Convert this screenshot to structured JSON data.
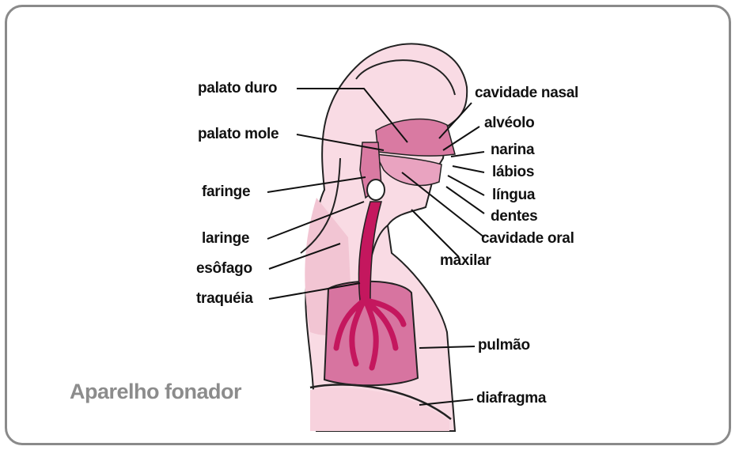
{
  "labels": {
    "palato_duro": "palato duro",
    "palato_mole": "palato mole",
    "faringe": "faringe",
    "laringe": "laringe",
    "esofago": "esôfago",
    "traqueia": "traquéia",
    "cavidade_nasal": "cavidade nasal",
    "alveolo": "alvéolo",
    "narina": "narina",
    "labios": "lábios",
    "lingua": "língua",
    "dentes": "dentes",
    "cavidade_oral": "cavidade oral",
    "maxilar": "maxilar",
    "pulmao": "pulmão",
    "diafragma": "diafragma"
  },
  "caption": "Aparelho fonador",
  "colors": {
    "skin": "#f9dbe4",
    "skin_dark": "#f2c5d3",
    "cavity": "#d97aa2",
    "airway": "#c4175e",
    "lung": "#d774a0",
    "frame": "#8a8a8a"
  }
}
